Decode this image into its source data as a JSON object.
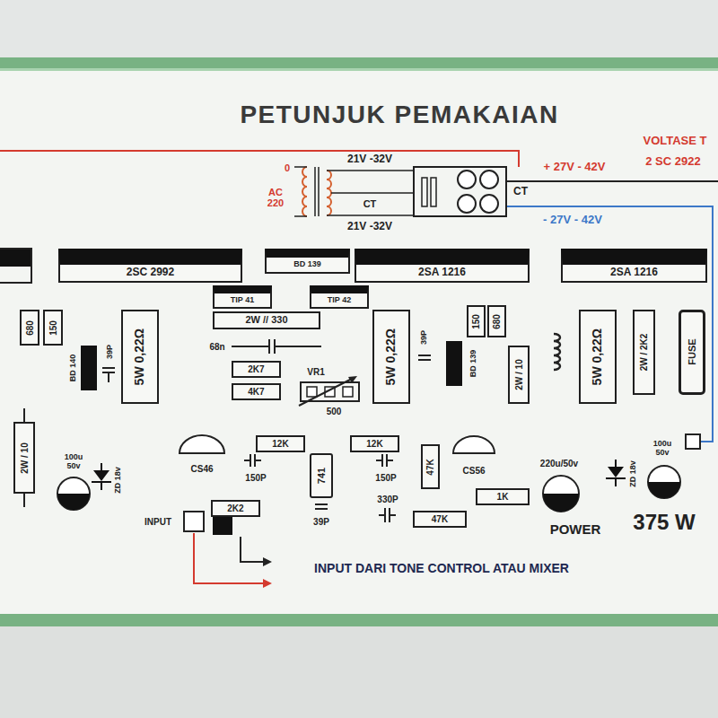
{
  "diagram": {
    "title": "PETUNJUK PEMAKAIAN",
    "nodes": [
      {
        "text": [
          "CT"
        ]
      },
      {
        "text": [
          "2SC 2992"
        ]
      },
      {
        "text": [
          "BD 139"
        ]
      },
      {
        "text": [
          "2SA 1216"
        ]
      },
      {
        "text": [
          "2SA 1216"
        ]
      },
      {
        "text": [
          "TIP 41"
        ]
      },
      {
        "text": [
          "TIP 42"
        ]
      },
      {
        "text": [
          "680"
        ]
      },
      {
        "text": [
          "150"
        ]
      },
      {
        "text": [
          "5W 0,22Ω"
        ]
      },
      {
        "text": [
          "2W // 330"
        ]
      },
      {
        "text": [
          "2K7"
        ]
      },
      {
        "text": [
          "4K7"
        ]
      },
      {
        "text": [
          "5W 0,22Ω"
        ]
      },
      {
        "text": [
          "150"
        ]
      },
      {
        "text": [
          "680"
        ]
      },
      {
        "text": [
          "2W / 10"
        ]
      },
      {
        "text": [
          "5W 0,22Ω"
        ]
      },
      {
        "text": [
          "2W / 2K2"
        ]
      },
      {
        "text": [
          "FUSE"
        ]
      },
      {
        "text": [
          "2W / 10"
        ]
      },
      {
        "text": [
          "12K"
        ]
      },
      {
        "text": [
          "741"
        ]
      },
      {
        "text": [
          "12K"
        ]
      },
      {
        "text": [
          "47K"
        ]
      },
      {
        "text": [
          "1K"
        ]
      },
      {
        "text": [
          "2K2"
        ]
      },
      {
        "text": [
          "47K"
        ]
      }
    ],
    "labels": [
      "0",
      "AC 220",
      "21V -32V",
      "CT",
      "21V -32V",
      "+ 27V - 42V",
      "- 27V - 42V",
      "VOLTASE T",
      "2 SC 2922",
      "BD 140",
      "39P",
      "68n",
      "VR1",
      "500",
      "39P",
      "BD 139",
      "100u 50v",
      "ZD 18v",
      "CS46",
      "150P",
      "39P",
      "150P",
      "330P",
      "CS56",
      "INPUT",
      "INPUT DARI TONE CONTROL ATAU MIXER",
      "220u/50v",
      "ZD 18v",
      "POWER",
      "100u 50v",
      "375 W"
    ]
  }
}
